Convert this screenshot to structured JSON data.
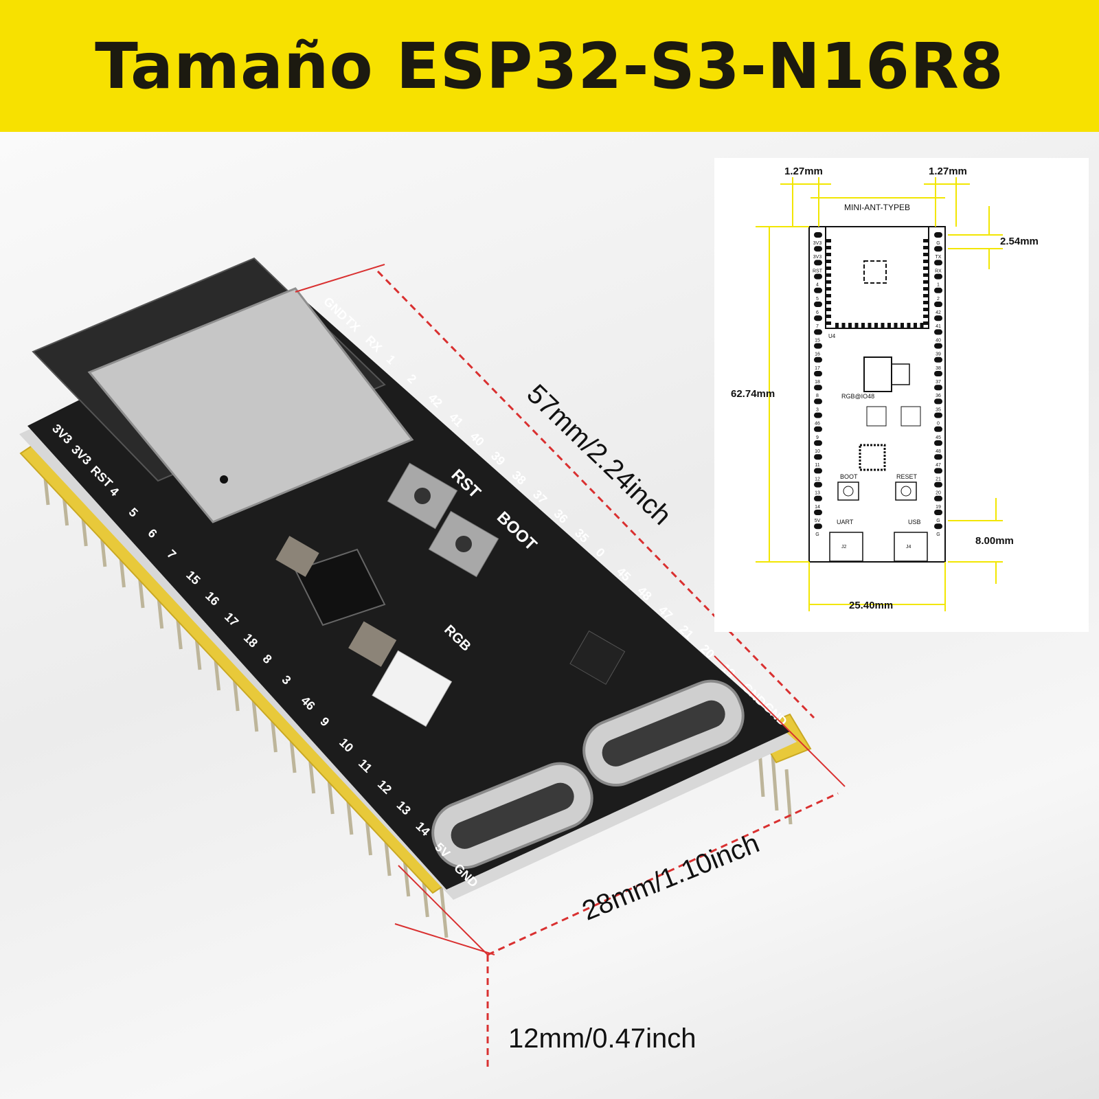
{
  "header": {
    "title": "Tamaño ESP32-S3-N16R8"
  },
  "photo_dimensions": {
    "length": "57mm/2.24inch",
    "width": "28mm/1.10inch",
    "height": "12mm/0.47inch"
  },
  "board_labels": {
    "rst": "RST",
    "boot": "BOOT",
    "rgb": "RGB",
    "left_pins": [
      "3V3",
      "3V3",
      "RST",
      "4",
      "5",
      "6",
      "7",
      "15",
      "16",
      "17",
      "18",
      "8",
      "3",
      "46",
      "9",
      "10",
      "11",
      "12",
      "13",
      "14",
      "5V",
      "GND"
    ],
    "right_pins": [
      "GND",
      "TX",
      "RX",
      "1",
      "2",
      "42",
      "41",
      "40",
      "39",
      "38",
      "37",
      "36",
      "35",
      "0",
      "45",
      "48",
      "47",
      "21",
      "20",
      "19",
      "GND",
      "GND"
    ]
  },
  "schematic": {
    "antenna_label": "MINI-ANT-TYPEB",
    "top_left_pitch": "1.27mm",
    "top_right_pitch": "1.27mm",
    "pin_pitch": "2.54mm",
    "board_length": "62.74mm",
    "usb_offset": "8.00mm",
    "board_width": "25.40mm",
    "rgb_label": "RGB@IO48",
    "boot_label": "BOOT",
    "reset_label": "RESET",
    "uart_label": "UART",
    "usb_label": "USB",
    "module_ref": "U4",
    "connector_j2": "J2",
    "connector_j4": "J4",
    "left_pins": [
      "3V3",
      "3V3",
      "RST",
      "4",
      "5",
      "6",
      "7",
      "15",
      "16",
      "17",
      "18",
      "8",
      "3",
      "46",
      "9",
      "10",
      "11",
      "12",
      "13",
      "14",
      "5V",
      "G"
    ],
    "right_pins": [
      "G",
      "TX",
      "RX",
      "1",
      "2",
      "42",
      "41",
      "40",
      "39",
      "38",
      "37",
      "36",
      "35",
      "0",
      "45",
      "48",
      "47",
      "21",
      "20",
      "19",
      "G",
      "G"
    ]
  },
  "colors": {
    "banner": "#f7e100",
    "dimension_line": "#d93030",
    "schematic_dimension": "#f2e600",
    "pcb": "#1c1c1c",
    "header_plastic": "#e8c93a"
  }
}
